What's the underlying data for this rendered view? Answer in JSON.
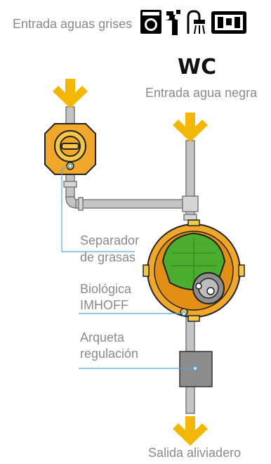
{
  "header": {
    "grey_water_inlet": "Entrada aguas grises",
    "wc": "WC",
    "black_water_inlet": "Entrada agua negra"
  },
  "labels": {
    "grease_separator": [
      "Separador",
      "de grasas"
    ],
    "imhoff": [
      "Biológica",
      "IMHOFF"
    ],
    "regulation_chamber": [
      "Arqueta",
      "regulación"
    ],
    "overflow_outlet": "Salida aliviadero"
  },
  "icons": [
    "washing-machine-icon",
    "sink-icon",
    "shower-icon",
    "dishwasher-icon"
  ],
  "colors": {
    "arrow": "#f2b705",
    "tank": "#f0a72a",
    "green_chamber": "#4cae2e",
    "pipe": "#c4c4c4",
    "leader_line": "#5aa6d6",
    "text": "#8a8a8a"
  }
}
